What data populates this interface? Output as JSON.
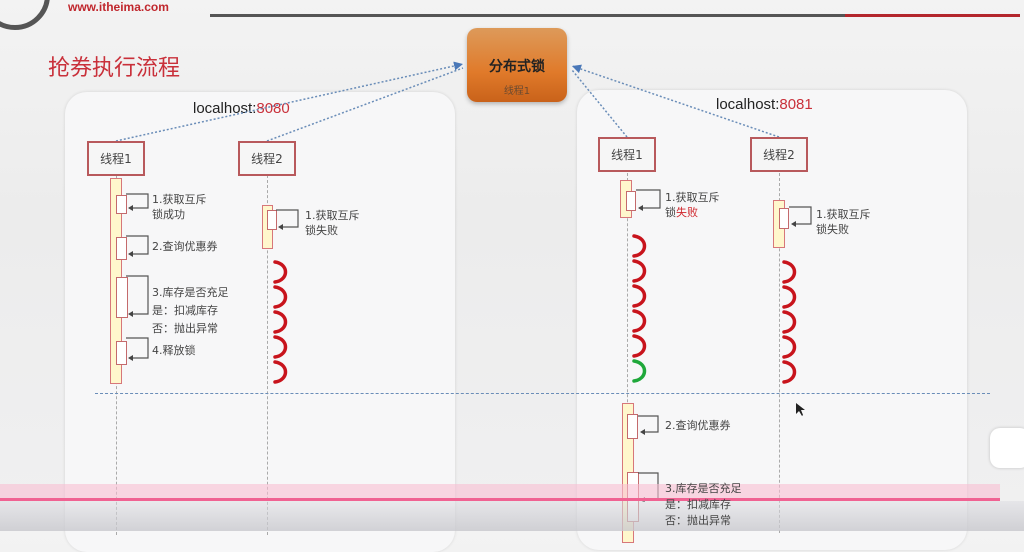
{
  "header": {
    "site": "www.itheima.com",
    "accent": "#c0272d"
  },
  "slide": {
    "title": "抢券执行流程",
    "lock": {
      "title": "分布式锁",
      "holder": "线程1"
    },
    "servers": [
      {
        "host": "localhost:",
        "port": "8080",
        "thread1": {
          "label": "线程1",
          "steps": [
            [
              "1.获取互斥",
              "锁成功"
            ],
            [
              "2.查询优惠券"
            ],
            [
              "3.库存是否充足",
              "是：扣减库存",
              "否：抛出异常"
            ],
            [
              "4.释放锁"
            ]
          ]
        },
        "thread2": {
          "label": "线程2",
          "step": [
            "1.获取互斥",
            "锁失败"
          ]
        }
      },
      {
        "host": "localhost:",
        "port": "8081",
        "thread1": {
          "label": "线程1",
          "step": [
            "1.获取互斥",
            "锁",
            "失败"
          ],
          "after": [
            "2.查询优惠券",
            "3.库存是否充足",
            "是：扣减库存",
            "否：抛出异常"
          ]
        },
        "thread2": {
          "label": "线程2",
          "step": [
            "1.获取互斥",
            "锁失败"
          ]
        }
      }
    ]
  },
  "player": {
    "progress_color": "#f06292"
  }
}
